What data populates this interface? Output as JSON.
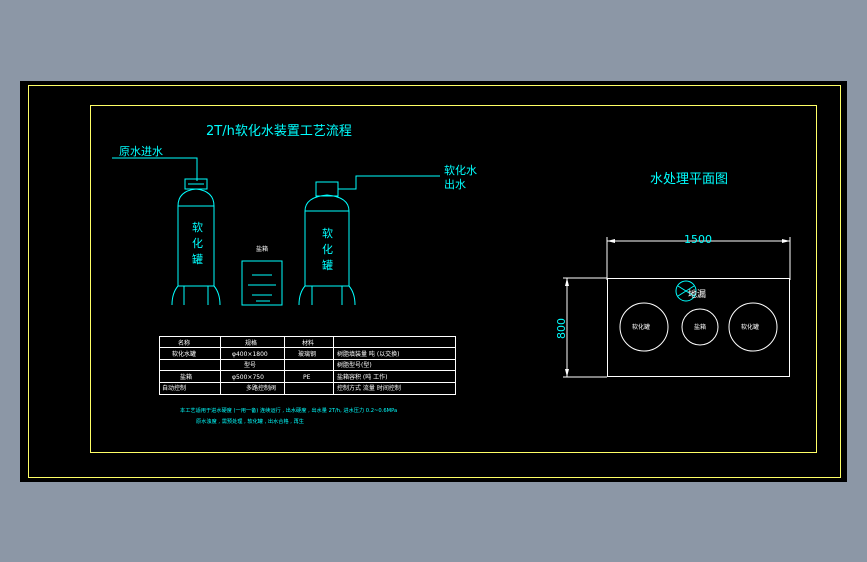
{
  "title": "2T/h软化水装置工艺流程",
  "plan_title": "水处理平面图",
  "labels": {
    "raw_water_in": "原水进水",
    "soft_water_out_line1": "软化水",
    "soft_water_out_line2": "出水",
    "tank1_chars": [
      "软",
      "化",
      "罐"
    ],
    "tank2_chars": [
      "软",
      "化",
      "罐"
    ],
    "salt_tank": "盐箱"
  },
  "plan": {
    "width_dim": "1500",
    "height_dim": "800",
    "circle_left": "软化罐",
    "circle_middle": "盐箱",
    "circle_right": "软化罐",
    "drain": "地漏"
  },
  "table": {
    "header": [
      "名称",
      "规格",
      "材料",
      ""
    ],
    "rows": [
      [
        "软化水罐",
        "φ400×1800",
        "玻璃钢",
        "树脂填装量 吨 (以交换)"
      ],
      [
        "",
        "型号",
        "",
        "树脂型号(型)"
      ],
      [
        "盐箱",
        "φ500×750",
        "PE",
        "盐箱容积 (吨 工作)"
      ],
      [
        "自动控制",
        "多路控制阀",
        "",
        "控制方式   流量   时间控制"
      ]
    ]
  },
  "notes": [
    "本工艺适用于进水硬度 (一用一备) 连续运行 , 出水硬度 , 出水量 2T/h, 进水压力 0.2~0.6MPa",
    "原水浊度 , 需预处理 , 软化罐 , 出水合格 , 再生"
  ]
}
